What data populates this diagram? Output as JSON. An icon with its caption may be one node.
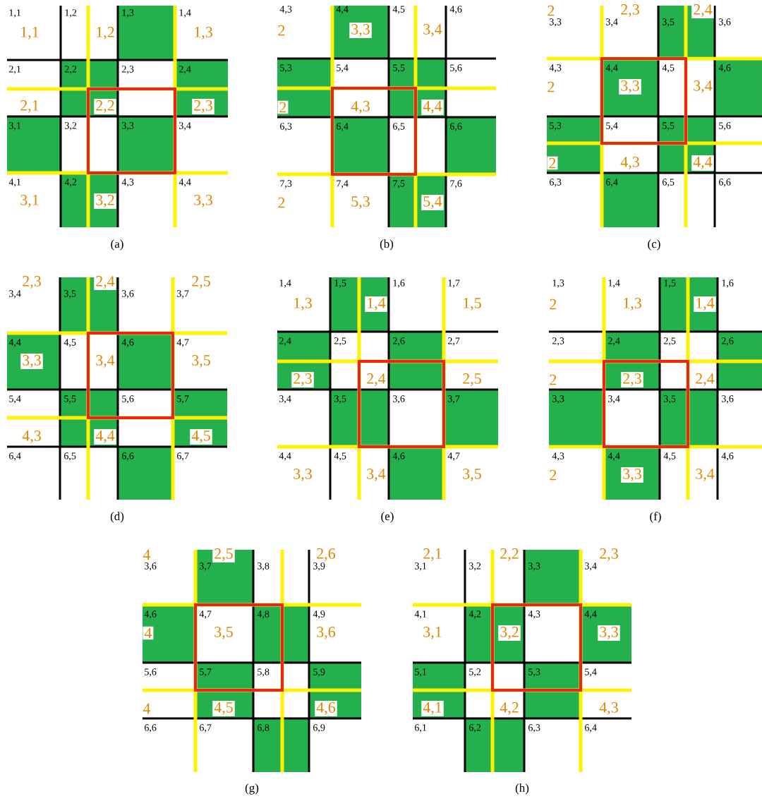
{
  "diagram": {
    "labels": [
      "1,1",
      "1,2",
      "1,3",
      "1,4",
      "2,1",
      "2,2",
      "2,3",
      "2,4",
      "3,1",
      "3,2",
      "3,3",
      "3,4",
      "4,1",
      "4,2",
      "4,3",
      "4,4",
      "1,1",
      "1,2",
      "1,3",
      "2,1",
      "2,2",
      "2,3",
      "3,1",
      "3,2",
      "3,3",
      "(a)",
      "4,3",
      "4,4",
      "4,5",
      "4,6",
      "5,3",
      "5,4",
      "5,5",
      "5,6",
      "6,3",
      "6,4",
      "6,5",
      "6,6",
      "7,3",
      "7,4",
      "7,5",
      "7,6",
      "2",
      "3,3",
      "3,4",
      "2",
      "4,3",
      "4,4",
      "2",
      "5,3",
      "5,4",
      "(b)",
      "3,3",
      "3,4",
      "3,5",
      "3,6",
      "4,3",
      "4,4",
      "4,5",
      "4,6",
      "5,3",
      "5,4",
      "5,5",
      "5,6",
      "6,3",
      "6,4",
      "6,5",
      "6,6",
      "2",
      "2,3",
      "2,4",
      "2",
      "3,3",
      "3,4",
      "2",
      "4,3",
      "4,4",
      "(c)",
      "3,4",
      "3,5",
      "3,6",
      "3,7",
      "4,4",
      "4,5",
      "4,6",
      "4,7",
      "5,4",
      "5,5",
      "5,6",
      "5,7",
      "6,4",
      "6,5",
      "6,6",
      "6,7",
      "2,3",
      "2,4",
      "2,5",
      "3,3",
      "3,4",
      "3,5",
      "4,3",
      "4,4",
      "4,5",
      "(d)",
      "1,4",
      "1,5",
      "1,6",
      "1,7",
      "2,4",
      "2,5",
      "2,6",
      "2,7",
      "3,4",
      "3,5",
      "3,6",
      "3,7",
      "4,4",
      "4,5",
      "4,6",
      "4,7",
      "1,3",
      "1,4",
      "1,5",
      "2,3",
      "2,4",
      "2,5",
      "3,3",
      "3,4",
      "3,5",
      "(e)",
      "1,3",
      "1,4",
      "1,5",
      "1,6",
      "2,3",
      "2,4",
      "2,5",
      "2,6",
      "3,3",
      "3,4",
      "3,5",
      "3,6",
      "4,3",
      "4,4",
      "4,5",
      "4,6",
      "2",
      "1,3",
      "1,4",
      "2",
      "2,3",
      "2,4",
      "2",
      "3,3",
      "3,4",
      "(f)",
      "3,6",
      "3,7",
      "3,8",
      "3,9",
      "4,6",
      "4,7",
      "4,8",
      "4,9",
      "5,6",
      "5,7",
      "5,8",
      "5,9",
      "6,6",
      "6,7",
      "6,8",
      "6,9",
      "4",
      "2,5",
      "2,6",
      "4",
      "3,5",
      "3,6",
      "4",
      "4,5",
      "4,6",
      "(g)",
      "3,1",
      "3,2",
      "3,3",
      "3,4",
      "4,1",
      "4,2",
      "4,3",
      "4,4",
      "5,1",
      "5,2",
      "5,3",
      "5,4",
      "6,1",
      "6,2",
      "6,3",
      "6,4",
      "2,1",
      "2,2",
      "2,3",
      "3,1",
      "3,2",
      "3,3",
      "4,1",
      "4,2",
      "4,3",
      "(h)"
    ]
  }
}
